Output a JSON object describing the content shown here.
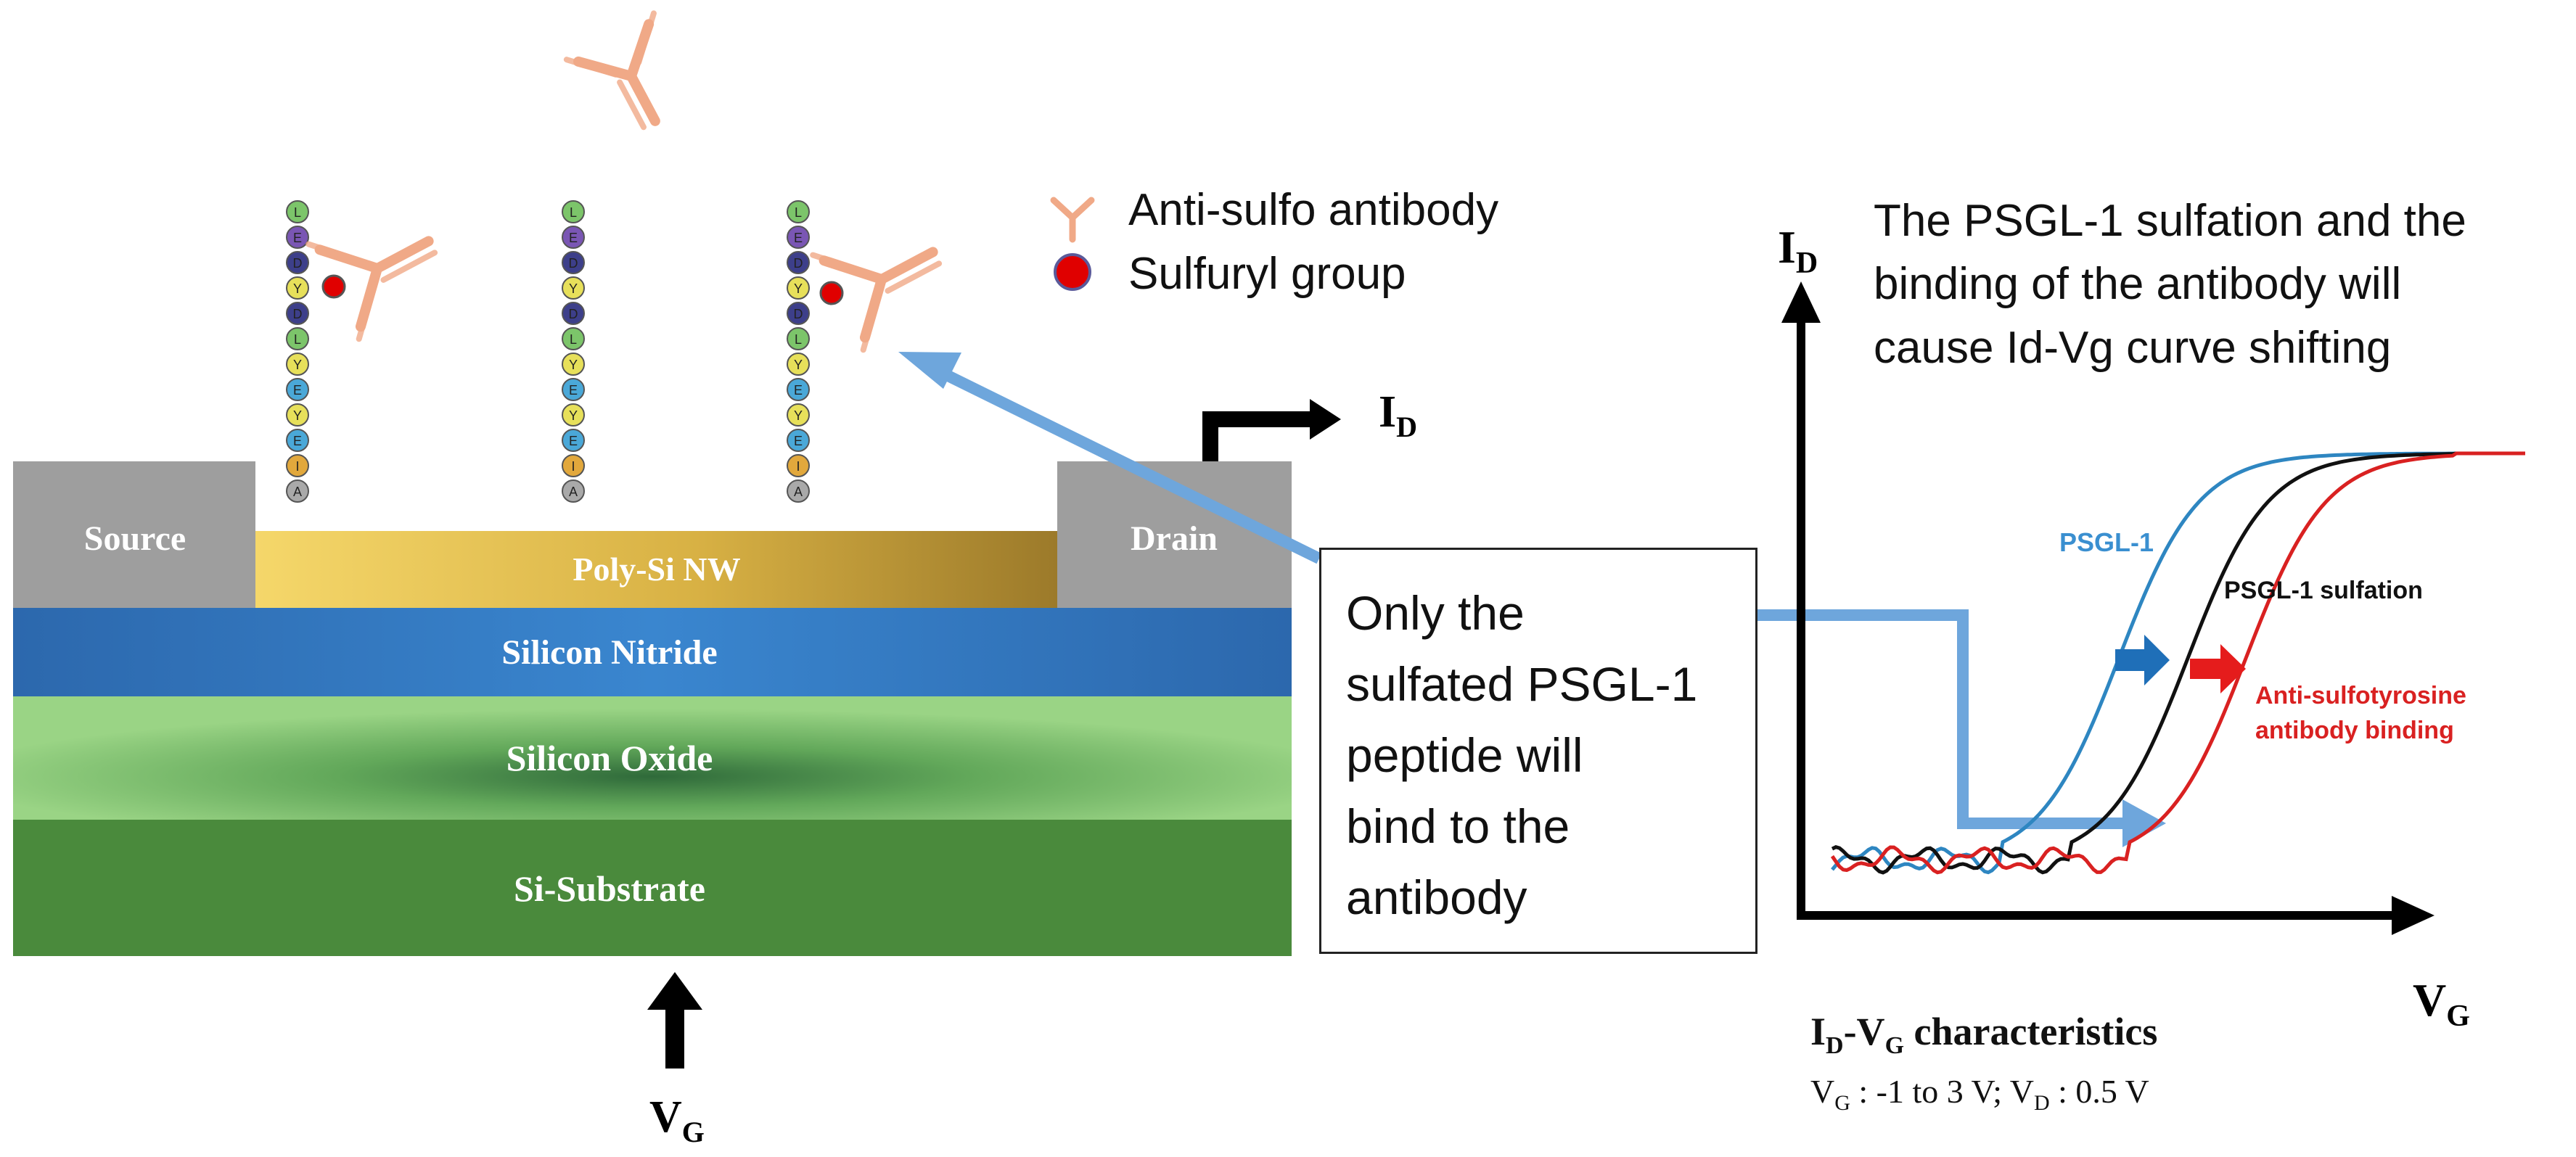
{
  "device": {
    "source_label": "Source",
    "drain_label": "Drain",
    "nanowire_label": "Poly-Si NW",
    "nitride_label": "Silicon Nitride",
    "oxide_label": "Silicon Oxide",
    "substrate_label": "Si-Substrate",
    "drain_current_main": "I",
    "drain_current_sub": "D",
    "gate_voltage_main": "V",
    "gate_voltage_sub": "G",
    "peptide_residues": [
      "L",
      "E",
      "D",
      "Y",
      "D",
      "L",
      "Y",
      "E",
      "Y",
      "E",
      "I",
      "A"
    ]
  },
  "legend": {
    "antibody_label": "Anti-sulfo antibody",
    "sulfuryl_label": "Sulfuryl group"
  },
  "note": {
    "lines": [
      "Only the",
      "sulfated PSGL-1",
      "peptide will",
      "bind to the",
      "antibody"
    ]
  },
  "caption": {
    "lines": [
      "The PSGL-1 sulfation and the",
      "binding of the antibody will",
      "cause Id-Vg curve shifting"
    ]
  },
  "chart": {
    "y_axis_main": "I",
    "y_axis_sub": "D",
    "x_axis_main": "V",
    "x_axis_sub": "G",
    "title_prefix_1": "I",
    "title_sub_1": "D",
    "title_dash": "-V",
    "title_sub_2": "G",
    "title_rest": " characteristics",
    "cond_prefix_1": "V",
    "cond_sub_1": "G",
    "cond_mid": " : -1 to 3 V;  V",
    "cond_sub_2": "D",
    "cond_rest": " : 0.5 V",
    "series": [
      {
        "name": "PSGL-1",
        "color": "#2e86c1"
      },
      {
        "name": "PSGL-1 sulfation",
        "color": "#111111"
      },
      {
        "name": "Anti-sulfotyrosine",
        "name_line2": "antibody binding",
        "color": "#d92121"
      }
    ]
  },
  "colors": {
    "electrode": "#9e9e9e",
    "nanowire": "#d9b24a",
    "nitride": "#2f72b8",
    "oxide": "#8fce7a",
    "substrate": "#4a8a3c",
    "antibody": "#f0a987",
    "sulfuryl": "#e00000",
    "arrow_blue": "#6ea6dc"
  }
}
